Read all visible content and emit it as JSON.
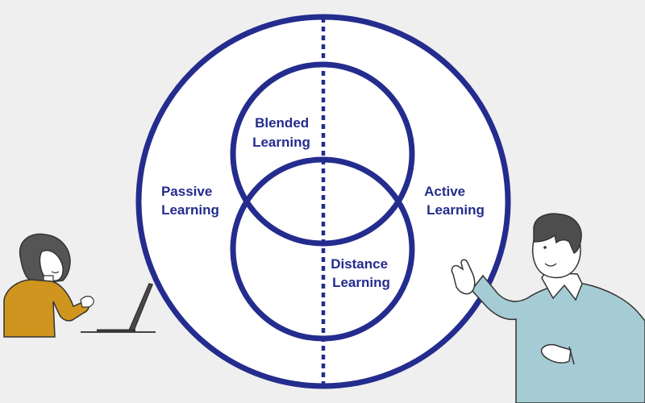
{
  "colors": {
    "background": "#efefef",
    "ring": "#242c8e",
    "label": "#242c8e",
    "woman_sweater": "#cf951f",
    "man_sweater": "#a5ccd4"
  },
  "diagram": {
    "regions": {
      "blended": {
        "line1": "Blended",
        "line2": "Learning"
      },
      "passive": {
        "line1": "Passive",
        "line2": "Learning"
      },
      "active": {
        "line1": "Active",
        "line2": "Learning"
      },
      "distance": {
        "line1": "Distance",
        "line2": "Learning"
      }
    }
  },
  "illustrations": {
    "left": "woman-at-laptop-illustration",
    "right": "man-gesturing-illustration"
  }
}
